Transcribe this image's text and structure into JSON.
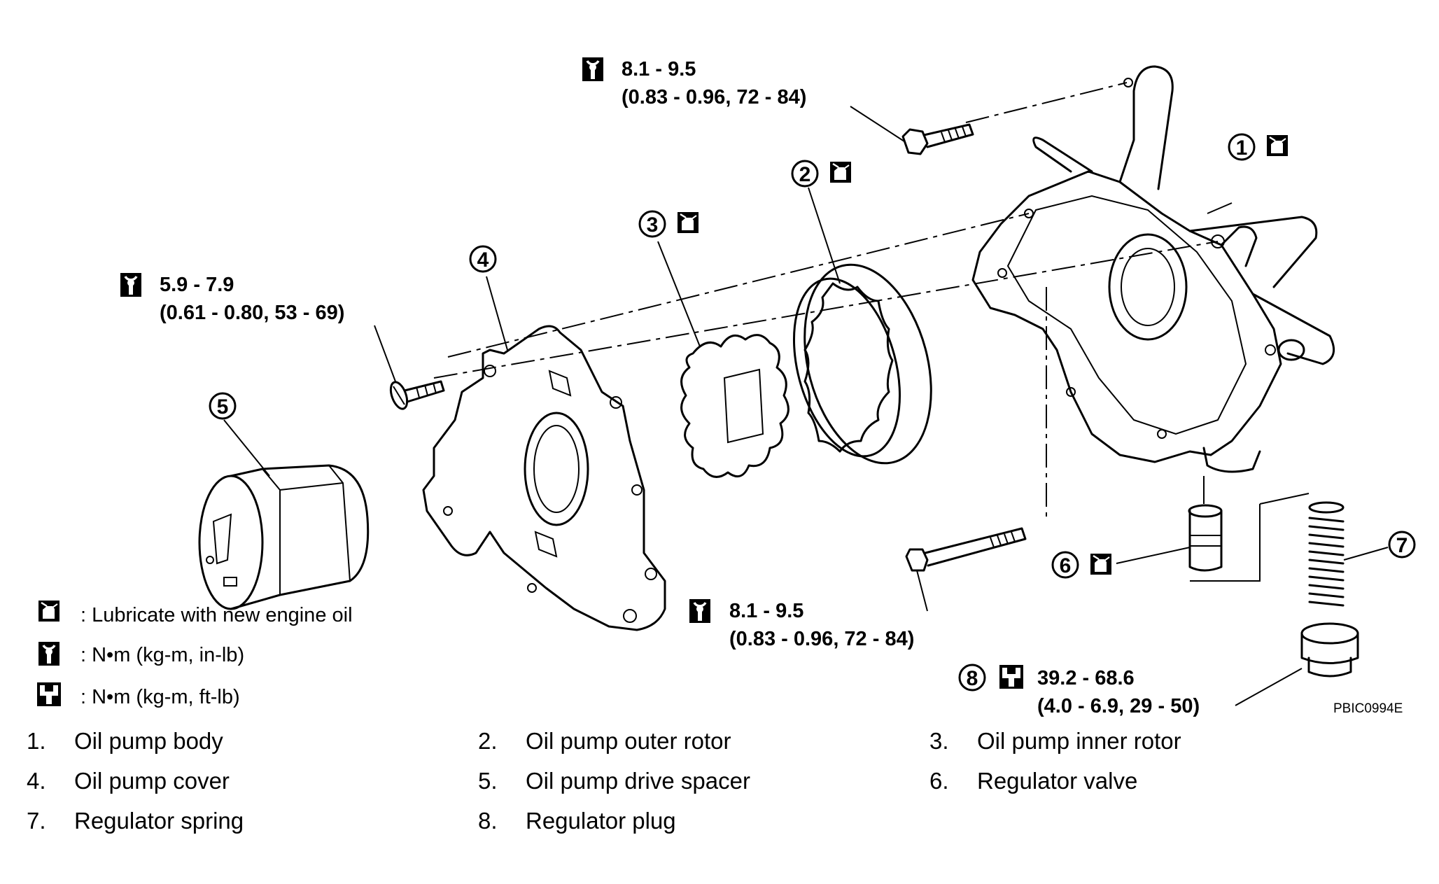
{
  "torque_labels": {
    "t1_line1": "8.1 - 9.5",
    "t1_line2": "(0.83 - 0.96, 72 - 84)",
    "t2_line1": "5.9 - 7.9",
    "t2_line2": "(0.61 - 0.80, 53 - 69)",
    "t3_line1": "8.1 - 9.5",
    "t3_line2": "(0.83 - 0.96, 72 - 84)",
    "t4_line1": "39.2 - 68.6",
    "t4_line2": "(4.0 - 6.9, 29 - 50)"
  },
  "callouts": [
    "1",
    "2",
    "3",
    "4",
    "5",
    "6",
    "7",
    "8"
  ],
  "legend": {
    "lubricate": ": Lubricate with new engine oil",
    "nm_inlb": ": N•m  (kg-m,  in-lb)",
    "nm_ftlb": ": N•m  (kg-m,  ft-lb)"
  },
  "diagram_code": "PBIC0994E",
  "parts": [
    {
      "num": "1.",
      "name": "Oil pump body"
    },
    {
      "num": "2.",
      "name": "Oil pump outer rotor"
    },
    {
      "num": "3.",
      "name": "Oil pump inner rotor"
    },
    {
      "num": "4.",
      "name": "Oil pump cover"
    },
    {
      "num": "5.",
      "name": "Oil pump drive spacer"
    },
    {
      "num": "6.",
      "name": "Regulator valve"
    },
    {
      "num": "7.",
      "name": "Regulator spring"
    },
    {
      "num": "8.",
      "name": "Regulator plug"
    }
  ],
  "icons": {
    "oil": "oil-can-icon",
    "torque_inlb": "torque-wrench-icon",
    "torque_ftlb": "torque-ftlb-icon"
  }
}
